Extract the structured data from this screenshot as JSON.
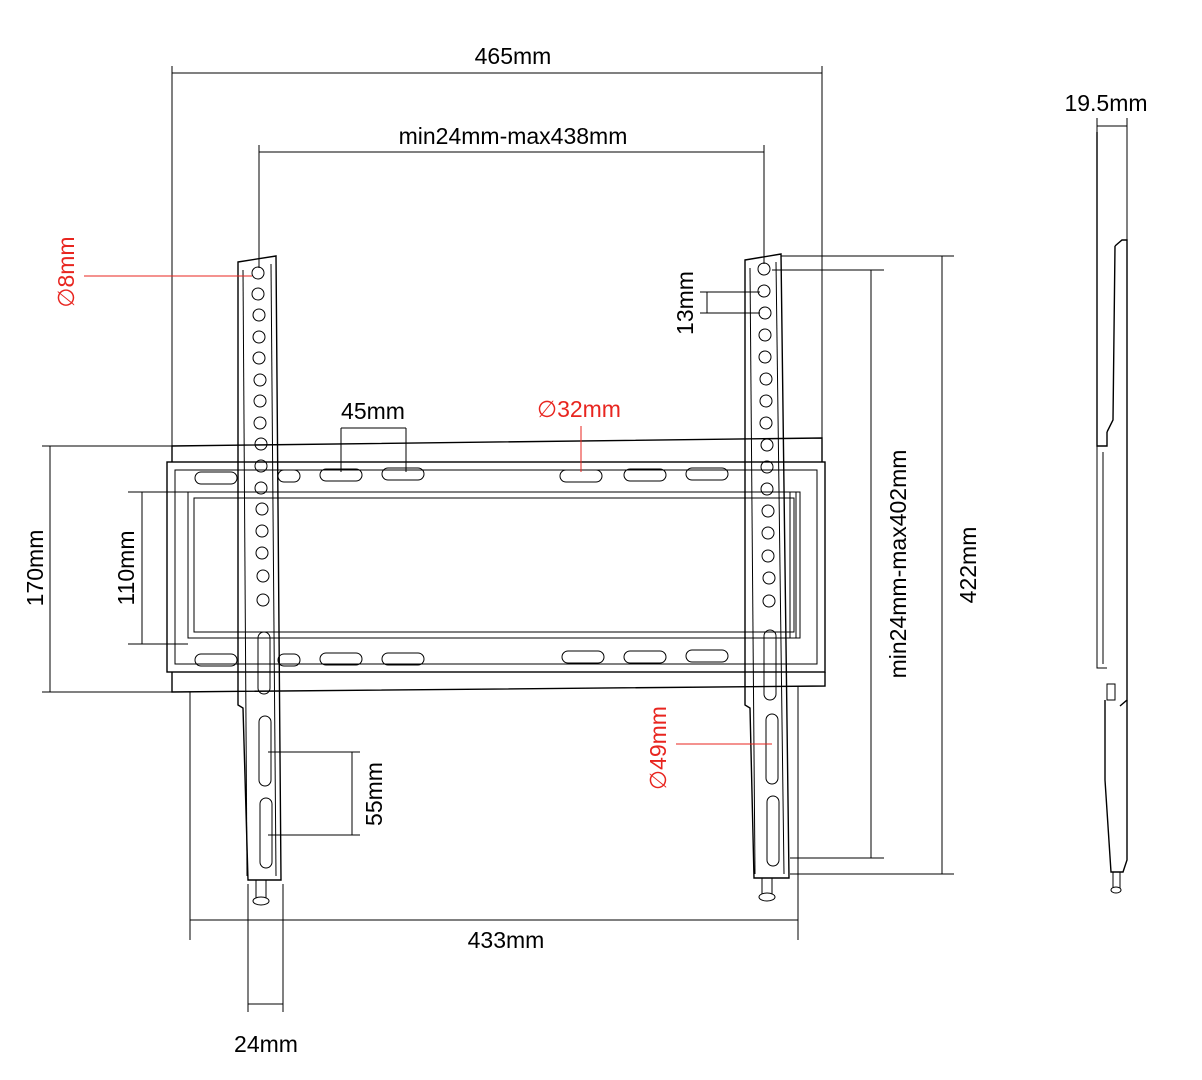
{
  "dimensions": {
    "overall_width": "465mm",
    "vesa_horizontal": "min24mm-max438mm",
    "side_depth": "19.5mm",
    "hole_diameter": "∅8mm",
    "hole_pitch": "13mm",
    "slot_spacing": "45mm",
    "slot_length": "∅32mm",
    "vertical_range": "min24mm-max402mm",
    "arm_height": "422mm",
    "plate_height": "170mm",
    "plate_inner_height": "110mm",
    "lower_slot_pitch": "55mm",
    "lower_slot_length": "∅49mm",
    "bottom_width": "433mm",
    "arm_width": "24mm"
  },
  "colors": {
    "line": "#000000",
    "callout": "#e8251f"
  }
}
